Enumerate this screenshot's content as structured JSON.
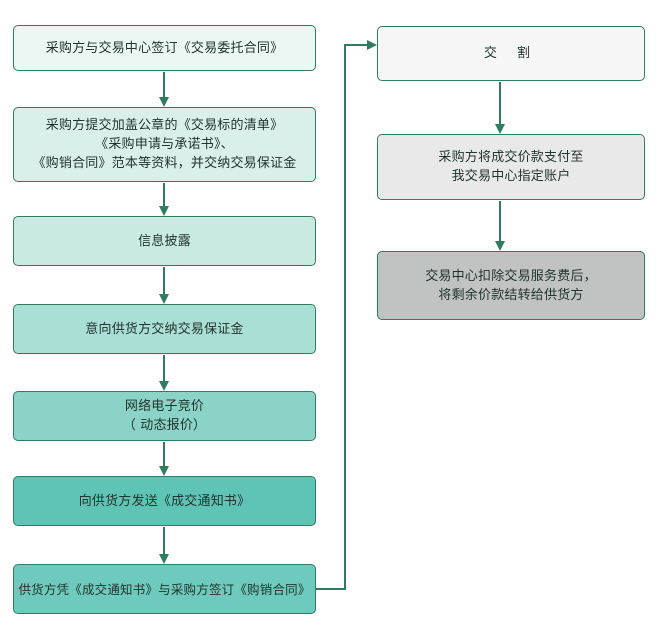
{
  "flow": {
    "left_steps": [
      {
        "lines": [
          "采购方与交易中心签订《交易委托合同》"
        ]
      },
      {
        "lines": [
          "采购方提交加盖公章的《交易标的清单》",
          "《采购申请与承诺书》、",
          "《购销合同》范本等资料，并交纳交易保证金"
        ]
      },
      {
        "lines": [
          "信息披露"
        ]
      },
      {
        "lines": [
          "意向供货方交纳交易保证金"
        ]
      },
      {
        "lines": [
          "网络电子竞价",
          "（ 动态报价）"
        ]
      },
      {
        "lines": [
          "向供货方发送《成交通知书》"
        ]
      },
      {
        "lines": [
          "供货方凭《成交通知书》与采购方签订《购销合同》"
        ]
      }
    ],
    "right_steps": [
      {
        "lines": [
          "交  割"
        ]
      },
      {
        "lines": [
          "采购方将成交价款支付至",
          "我交易中心指定账户"
        ]
      },
      {
        "lines": [
          "交易中心扣除交易服务费后，",
          "将剩余价款结转给供货方"
        ]
      }
    ]
  },
  "colors": {
    "border": "#2e7d5e",
    "arrow": "#2e7d5e",
    "left_fills": [
      "#eaf7f3",
      "#d9f0ea",
      "#c9eae2",
      "#a9dfd4",
      "#8ad3c6",
      "#5ec4b6",
      "#6dcabc"
    ],
    "right_fills": [
      "#f6f6f6",
      "#e9e9e9",
      "#c0c3c2"
    ]
  }
}
